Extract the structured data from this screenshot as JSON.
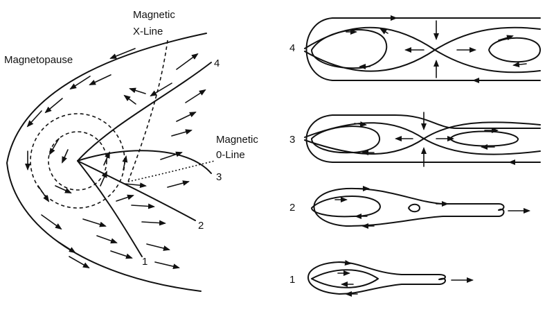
{
  "labels": {
    "magnetopause": "Magnetopause",
    "x_line_1": "Magnetic",
    "x_line_2": "X-Line",
    "o_line_1": "Magnetic",
    "o_line_2": "0-Line"
  },
  "left_curve_numbers": [
    "1",
    "2",
    "3",
    "4"
  ],
  "stage_numbers": [
    "4",
    "3",
    "2",
    "1"
  ]
}
